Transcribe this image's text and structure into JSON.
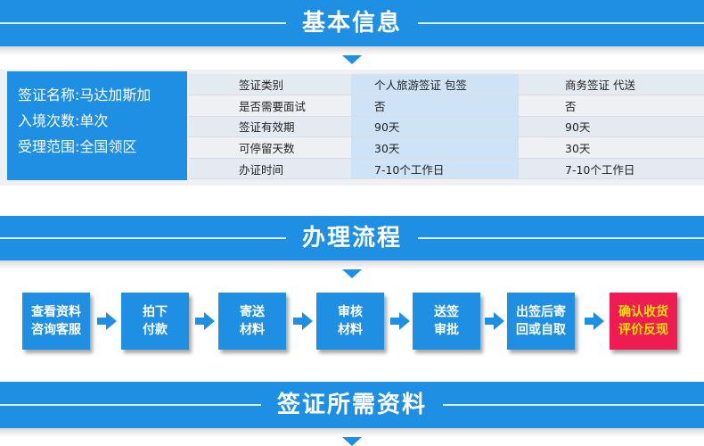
{
  "sections": {
    "basic_info": "基本信息",
    "process": "办理流程",
    "materials": "签证所需资料"
  },
  "summary": {
    "name": "签证名称:马达加斯加",
    "entries": "入境次数:单次",
    "scope": "受理范围:全国领区"
  },
  "table": {
    "header": [
      "签证类别",
      "个人旅游签证 包签",
      "商务签证 代送"
    ],
    "rows": [
      [
        "是否需要面试",
        "否",
        "否"
      ],
      [
        "签证有效期",
        "90天",
        "90天"
      ],
      [
        "可停留天数",
        "30天",
        "30天"
      ],
      [
        "办证时间",
        "7-10个工作日",
        "7-10个工作日"
      ]
    ]
  },
  "steps": [
    [
      "查看资料",
      "咨询客服"
    ],
    [
      "拍下",
      "付款"
    ],
    [
      "寄送",
      "材料"
    ],
    [
      "审核",
      "材料"
    ],
    [
      "送签",
      "审批"
    ],
    [
      "出签后寄",
      "回或自取"
    ],
    [
      "确认收货",
      "评价反现"
    ]
  ],
  "colors": {
    "accent": "#1f8fe3",
    "highlight": "#ee1c53",
    "highlight_text": "#ffe100"
  }
}
